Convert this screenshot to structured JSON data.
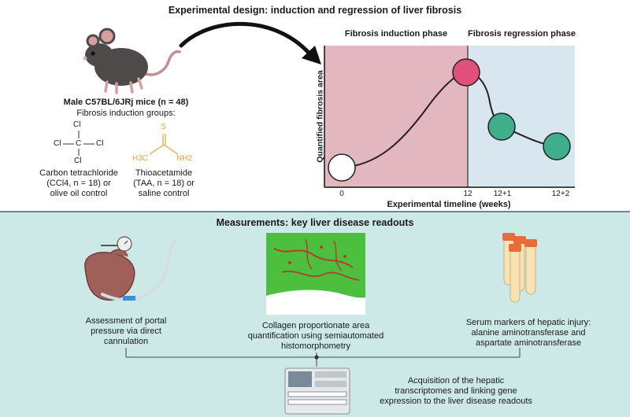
{
  "design": {
    "title": "Experimental design: induction and regression of liver fibrosis",
    "mice_label": "Male C57BL/6JRj mice (n = 48)",
    "groups_label": "Fibrosis induction groups:",
    "ccl4": {
      "atoms": {
        "cl_top": "Cl",
        "cl_left": "Cl",
        "c": "C",
        "cl_right": "Cl",
        "cl_bottom": "Cl"
      },
      "caption_l1": "Carbon tetrachloride",
      "caption_l2": "(CCl4, n = 18) or",
      "caption_l3": "olive oil control"
    },
    "taa": {
      "atoms": {
        "s": "S",
        "h3c": "H3C",
        "nh2": "NH2"
      },
      "caption_l1": "Thioacetamide",
      "caption_l2": "(TAA, n = 18) or",
      "caption_l3": "saline control"
    },
    "chart": {
      "phase_induction": "Fibrosis induction phase",
      "phase_regression": "Fibrosis regression phase",
      "ylabel": "Quantified fibrosis area",
      "xlabel": "Experimental timeline (weeks)",
      "ticks": [
        "0",
        "12",
        "12+1",
        "12+2"
      ],
      "colors": {
        "induction_bg": "#e3b7bf",
        "regression_bg": "#d8e6ef",
        "peak": "#e0507a",
        "regression_point": "#3fae8a",
        "start": "#ffffff"
      }
    }
  },
  "measurements": {
    "title": "Measurements: key liver disease readouts",
    "portal": {
      "l1": "Assessment of portal",
      "l2": "pressure via direct",
      "l3": "cannulation"
    },
    "collagen": {
      "l1": "Collagen proportionate area",
      "l2": "quantification using semiautomated",
      "l3": "histomorphometry"
    },
    "serum": {
      "l1": "Serum markers of hepatic injury:",
      "l2": "alanine aminotransferase and",
      "l3": "aspartate aminotransferase"
    },
    "transcriptome": {
      "l1": "Acquisition of the hepatic",
      "l2": "transcriptomes and linking gene",
      "l3": "expression to the liver disease readouts"
    }
  }
}
